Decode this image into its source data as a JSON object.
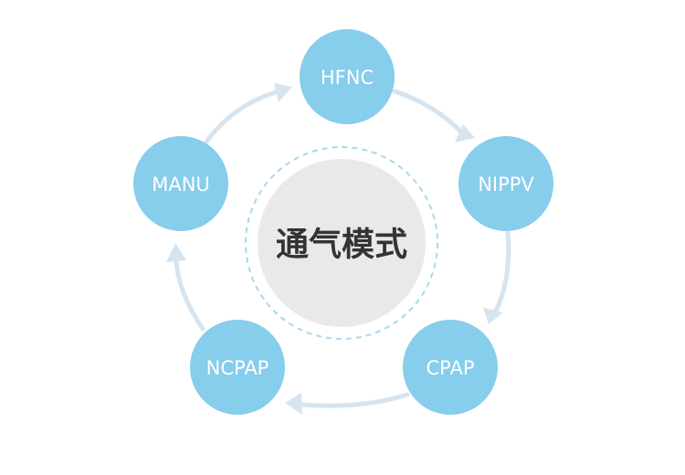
{
  "center": {
    "label": "通气模式"
  },
  "modes": [
    {
      "label": "HFNC"
    },
    {
      "label": "NIPPV"
    },
    {
      "label": "CPAP"
    },
    {
      "label": "NCPAP"
    },
    {
      "label": "MANU"
    }
  ],
  "colors": {
    "node_fill": "#87cdec",
    "node_text": "#ffffff",
    "center_fill": "#e9e9ea",
    "center_ring": "#a9d8ee",
    "center_text": "#333333",
    "arrow": "#d6e4ef"
  }
}
